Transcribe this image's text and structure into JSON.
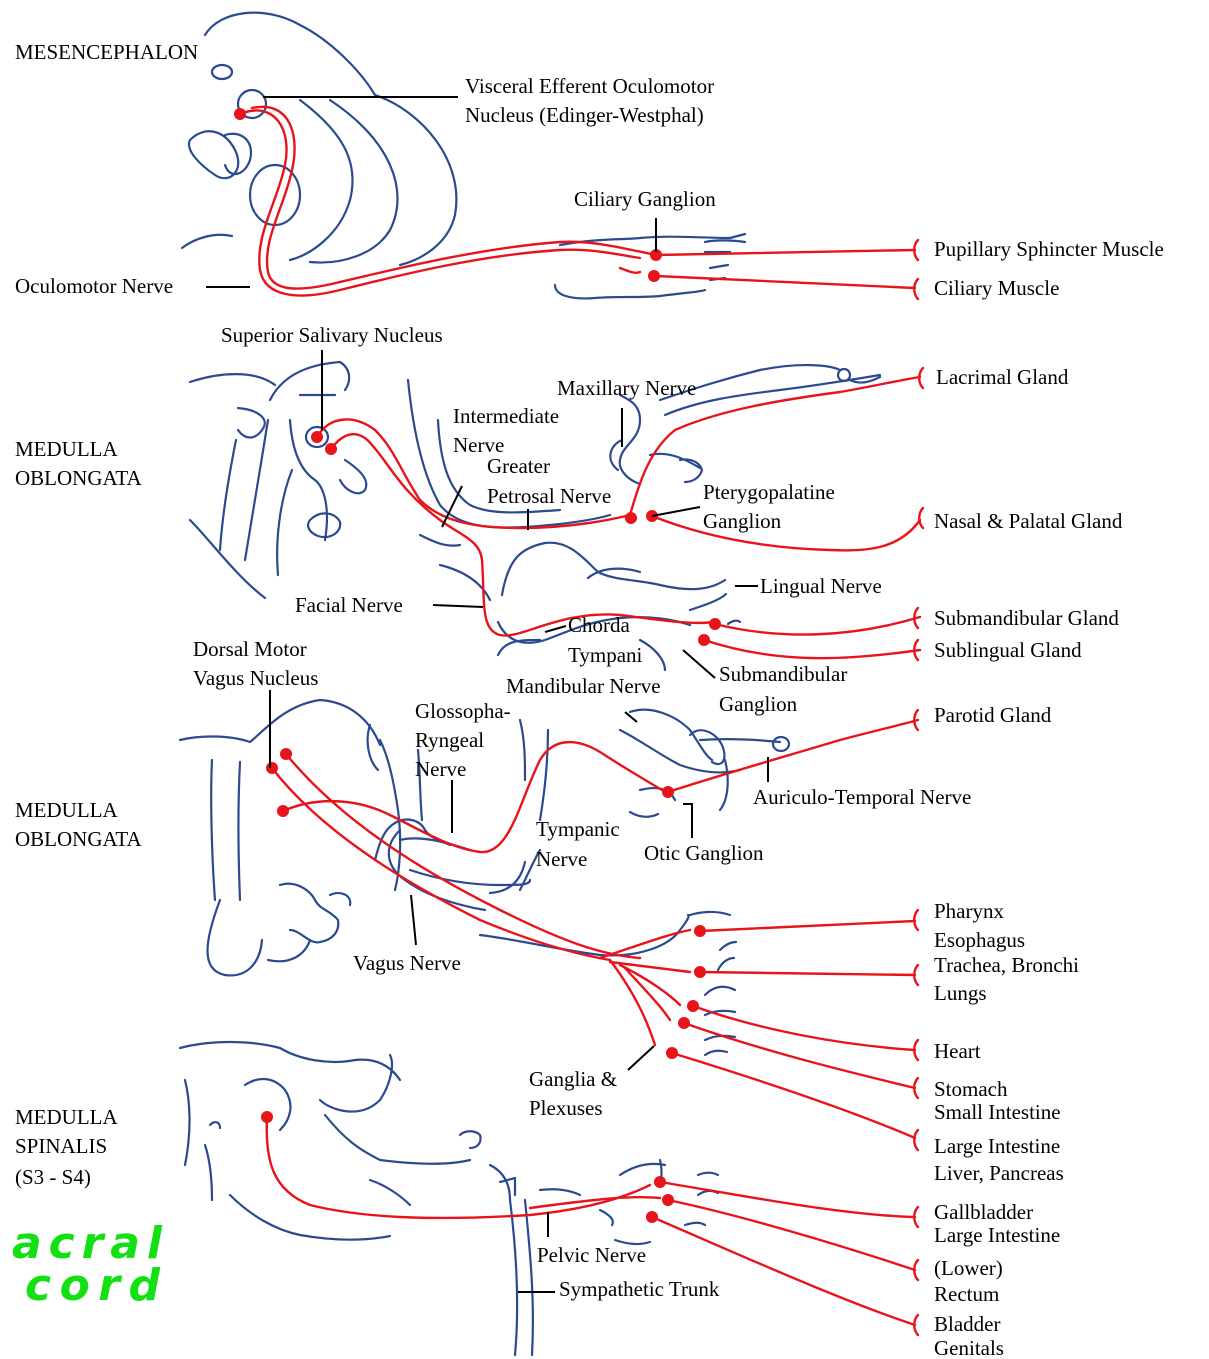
{
  "regions": {
    "mesencephalon": "MESENCEPHALON",
    "medulla1_l1": "MEDULLA",
    "medulla1_l2": "OBLONGATA",
    "medulla2_l1": "MEDULLA",
    "medulla2_l2": "OBLONGATA",
    "spinalis_l1": "MEDULLA",
    "spinalis_l2": "SPINALIS",
    "spinalis_l3": "(S3 - S4)"
  },
  "labels": {
    "edinger_l1": "Visceral Efferent Oculomotor",
    "edinger_l2": "Nucleus (Edinger-Westphal)",
    "ciliary_ganglion": "Ciliary Ganglion",
    "oculomotor_nerve": "Oculomotor Nerve",
    "superior_salivary": "Superior Salivary Nucleus",
    "maxillary_nerve": "Maxillary Nerve",
    "intermediate_l1": "Intermediate",
    "intermediate_l2": "Nerve",
    "greater_petrosal_l1": "Greater",
    "greater_petrosal_l2": "Petrosal Nerve",
    "pterygopalatine_l1": "Pterygopalatine",
    "pterygopalatine_l2": "Ganglion",
    "lingual_nerve": "Lingual Nerve",
    "facial_nerve": "Facial Nerve",
    "chorda_l1": "Chorda",
    "chorda_l2": "Tympani",
    "submandibular_ganglion_l1": "Submandibular",
    "submandibular_ganglion_l2": "Ganglion",
    "dorsal_motor_l1": "Dorsal Motor",
    "dorsal_motor_l2": "Vagus Nucleus",
    "glosso_l1": "Glossopha-",
    "glosso_l2": "Ryngeal",
    "glosso_l3": "Nerve",
    "mandibular_nerve": "Mandibular Nerve",
    "auriculo_temporal": "Auriculo-Temporal Nerve",
    "tympanic_l1": "Tympanic",
    "tympanic_l2": "Nerve",
    "otic_ganglion": "Otic Ganglion",
    "vagus_nerve": "Vagus Nerve",
    "ganglia_l1": "Ganglia &",
    "ganglia_l2": "Plexuses",
    "pelvic_nerve": "Pelvic Nerve",
    "sympathetic_trunk": "Sympathetic Trunk"
  },
  "targets": {
    "pupillary": "Pupillary Sphincter Muscle",
    "ciliary_muscle": "Ciliary Muscle",
    "lacrimal": "Lacrimal Gland",
    "nasal_palatal": "Nasal & Palatal Gland",
    "submandibular_gland": "Submandibular Gland",
    "sublingual_gland": "Sublingual Gland",
    "parotid": "Parotid Gland",
    "pharynx": "Pharynx",
    "esophagus": "Esophagus",
    "trachea": "Trachea, Bronchi",
    "lungs": "Lungs",
    "heart": "Heart",
    "stomach": "Stomach",
    "small_intestine": "Small Intestine",
    "large_intestine_1": "Large Intestine",
    "liver": "Liver, Pancreas",
    "gallbladder": "Gallbladder",
    "large_intestine_2": "Large Intestine",
    "lower": "(Lower)",
    "rectum": "Rectum",
    "bladder": "Bladder",
    "genitals": "Genitals"
  },
  "annotation": {
    "line1": "acral",
    "line2": "cord"
  },
  "colors": {
    "parasympathetic_pathway": "#e8141b",
    "anatomy_outline": "#2b4a8f",
    "handwriting": "#12e012"
  }
}
